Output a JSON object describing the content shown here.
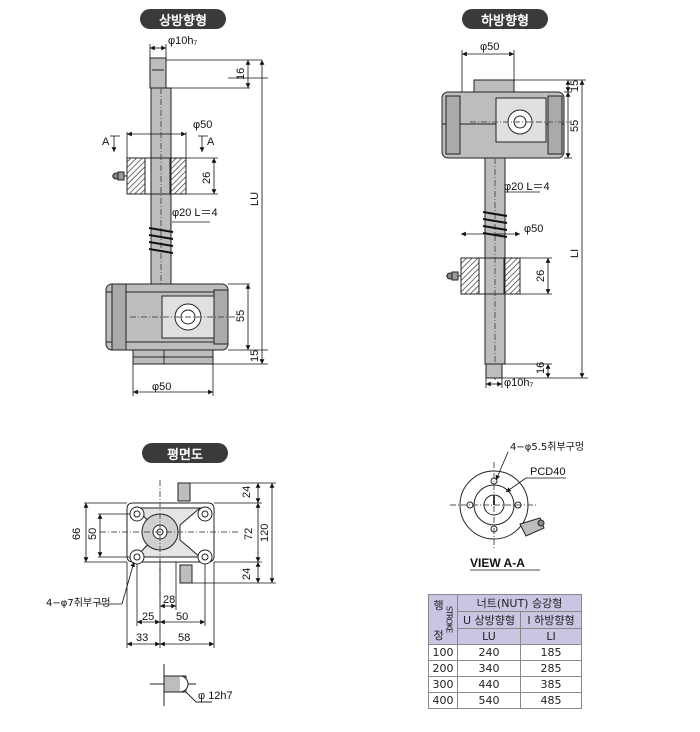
{
  "titles": {
    "upward": "상방향형",
    "downward": "하방향형",
    "plan": "평면도"
  },
  "upward_dims": {
    "shaft_dia": "φ10h₇",
    "d16": "16",
    "a_left": "A",
    "a_right": "A",
    "nut_dia": "φ50",
    "d26": "26",
    "lu": "LU",
    "pin": "φ20 L＝4",
    "d55": "55",
    "d15": "15",
    "base_dia": "φ50"
  },
  "downward_dims": {
    "top_dia": "φ50",
    "d15": "15",
    "d55": "55",
    "pin": "φ20 L＝4",
    "nut_dia": "φ50",
    "d26": "26",
    "li": "LI",
    "d16": "16",
    "shaft_dia": "φ10h₇"
  },
  "plan_dims": {
    "d24_top": "24",
    "d66": "66",
    "d50_v": "50",
    "d72": "72",
    "d120": "120",
    "d24_bot": "24",
    "hole_note": "4−φ7취부구멍",
    "d28": "28",
    "d25": "25",
    "d50_h": "50",
    "d33": "33",
    "d58": "58",
    "key_dia": "φ 12h7"
  },
  "view_aa": {
    "hole_note": "4−φ5.5취부구멍",
    "pcd": "PCD40",
    "label": "VIEW A-A"
  },
  "spec_table": {
    "stroke_char1": "행",
    "stroke_vertical": "STROKE",
    "stroke_char2": "정",
    "group_header": "너트(NUT) 승강형",
    "col_u": "U 상방향형",
    "col_i": "I 하방향형",
    "unit_u": "LU",
    "unit_i": "LI",
    "rows": [
      {
        "stroke": "100",
        "lu": "240",
        "li": "185"
      },
      {
        "stroke": "200",
        "lu": "340",
        "li": "285"
      },
      {
        "stroke": "300",
        "lu": "440",
        "li": "385"
      },
      {
        "stroke": "400",
        "lu": "540",
        "li": "485"
      }
    ]
  }
}
